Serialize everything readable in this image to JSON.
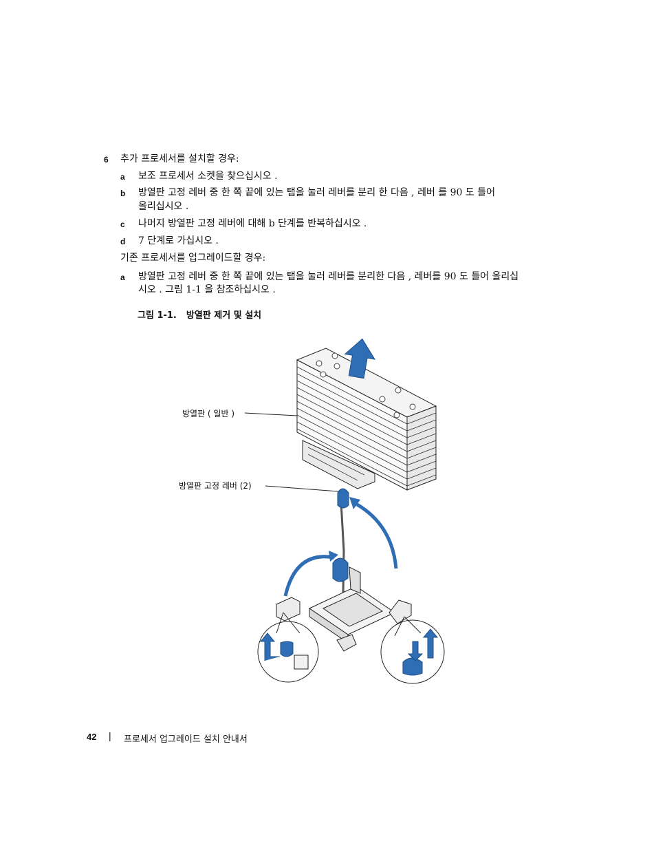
{
  "steps": {
    "step6": {
      "marker": "6",
      "text": "추가 프로세서를 설치할 경우:"
    },
    "a1": {
      "marker": "a",
      "text": "보조 프로세서 소켓을 찾으십시오 ."
    },
    "b1": {
      "marker": "b",
      "line1": "방열판 고정 레버 중 한 쪽 끝에 있는 탭을 눌러 레버를 분리 한 다음 , 레버 를 90 도 들어",
      "line2": "올리십시오 ."
    },
    "c1": {
      "marker": "c",
      "text": "나머지 방열판 고정 레버에 대해 b 단계를 반복하십시오 ."
    },
    "d1": {
      "marker": "d",
      "text": "7 단계로 가십시오 ."
    },
    "existing": {
      "text": "기존 프로세서를 업그레이드할 경우:"
    },
    "a2": {
      "marker": "a",
      "line1": "방열판 고정 레버 중 한 쪽 끝에 있는 탭을 눌러 레버를 분리한 다음 , 레버를 90 도 들어 올리십",
      "line2": "시오 . 그림 1-1 을 참조하십시오 ."
    }
  },
  "figure": {
    "number": "그림 1-1.",
    "title": "방열판 제거 및 설치",
    "callouts": {
      "heatsink": "방열판 ( 일반 )",
      "lever": "방열판 고정 레버 (2)"
    },
    "colors": {
      "accent": "#2f6db5",
      "line": "#222222",
      "fill": "#f2f2f2"
    }
  },
  "footer": {
    "page_number": "42",
    "separator": "|",
    "title": "프로세서 업그레이드 설치 안내서"
  }
}
